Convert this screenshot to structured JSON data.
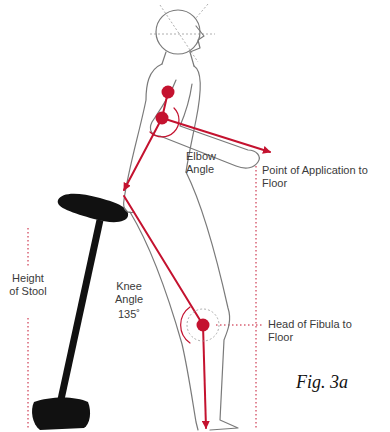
{
  "diagram": {
    "caption": "Fig. 3a",
    "labels": [
      "Elbow Angle",
      "Point of Application to Floor",
      "Knee Angle",
      "135˚",
      "Head of Fibula to Floor",
      "Height of Stool"
    ]
  }
}
